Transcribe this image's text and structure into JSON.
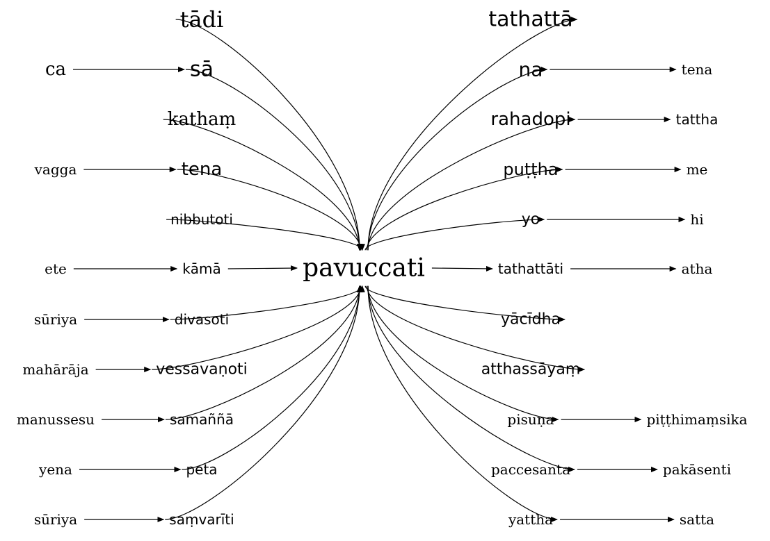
{
  "diagram": {
    "center": {
      "id": "pavuccati",
      "label": "pavuccati"
    },
    "nodes": [
      {
        "id": "tadi",
        "label": "tādi"
      },
      {
        "id": "ca",
        "label": "ca"
      },
      {
        "id": "sa",
        "label": "sā"
      },
      {
        "id": "katham",
        "label": "kathaṃ"
      },
      {
        "id": "vagga",
        "label": "vagga"
      },
      {
        "id": "tena_l",
        "label": "tena"
      },
      {
        "id": "nibbutoti",
        "label": "nibbutoti"
      },
      {
        "id": "ete",
        "label": "ete"
      },
      {
        "id": "kama",
        "label": "kāmā"
      },
      {
        "id": "suriya1",
        "label": "sūriya"
      },
      {
        "id": "divasoti",
        "label": "divasoti"
      },
      {
        "id": "maharaja",
        "label": "mahārāja"
      },
      {
        "id": "vessavanoti",
        "label": "vessavaṇoti"
      },
      {
        "id": "manussesu",
        "label": "manussesu"
      },
      {
        "id": "samanna",
        "label": "samaññā"
      },
      {
        "id": "yena",
        "label": "yena"
      },
      {
        "id": "peta",
        "label": "peta"
      },
      {
        "id": "suriya2",
        "label": "sūriya"
      },
      {
        "id": "samvariti",
        "label": "saṃvarīti"
      },
      {
        "id": "tathatta",
        "label": "tathattā"
      },
      {
        "id": "na",
        "label": "na"
      },
      {
        "id": "tena_r",
        "label": "tena"
      },
      {
        "id": "rahadopi",
        "label": "rahadopi"
      },
      {
        "id": "tattha",
        "label": "tattha"
      },
      {
        "id": "puttha",
        "label": "puṭṭha"
      },
      {
        "id": "me",
        "label": "me"
      },
      {
        "id": "yo",
        "label": "yo"
      },
      {
        "id": "hi",
        "label": "hi"
      },
      {
        "id": "tathattati",
        "label": "tathattāti"
      },
      {
        "id": "atha",
        "label": "atha"
      },
      {
        "id": "yacidha",
        "label": "yācīdha"
      },
      {
        "id": "atthassayam",
        "label": "atthassāyaṃ"
      },
      {
        "id": "pisuna",
        "label": "pisuṇa"
      },
      {
        "id": "pitthimamsika",
        "label": "piṭṭhimaṃsika"
      },
      {
        "id": "paccesanta",
        "label": "paccesanta"
      },
      {
        "id": "pakasenti",
        "label": "pakāsenti"
      },
      {
        "id": "yattha",
        "label": "yattha"
      },
      {
        "id": "satta",
        "label": "satta"
      }
    ],
    "edges": [
      {
        "from": "tadi",
        "to": "pavuccati"
      },
      {
        "from": "ca",
        "to": "sa"
      },
      {
        "from": "sa",
        "to": "pavuccati"
      },
      {
        "from": "katham",
        "to": "pavuccati"
      },
      {
        "from": "vagga",
        "to": "tena_l"
      },
      {
        "from": "tena_l",
        "to": "pavuccati"
      },
      {
        "from": "nibbutoti",
        "to": "pavuccati"
      },
      {
        "from": "ete",
        "to": "kama"
      },
      {
        "from": "kama",
        "to": "pavuccati"
      },
      {
        "from": "suriya1",
        "to": "divasoti"
      },
      {
        "from": "divasoti",
        "to": "pavuccati"
      },
      {
        "from": "maharaja",
        "to": "vessavanoti"
      },
      {
        "from": "vessavanoti",
        "to": "pavuccati"
      },
      {
        "from": "manussesu",
        "to": "samanna"
      },
      {
        "from": "samanna",
        "to": "pavuccati"
      },
      {
        "from": "yena",
        "to": "peta"
      },
      {
        "from": "peta",
        "to": "pavuccati"
      },
      {
        "from": "suriya2",
        "to": "samvariti"
      },
      {
        "from": "samvariti",
        "to": "pavuccati"
      },
      {
        "from": "pavuccati",
        "to": "tathatta"
      },
      {
        "from": "pavuccati",
        "to": "na"
      },
      {
        "from": "na",
        "to": "tena_r"
      },
      {
        "from": "pavuccati",
        "to": "rahadopi"
      },
      {
        "from": "rahadopi",
        "to": "tattha"
      },
      {
        "from": "pavuccati",
        "to": "puttha"
      },
      {
        "from": "puttha",
        "to": "me"
      },
      {
        "from": "pavuccati",
        "to": "yo"
      },
      {
        "from": "yo",
        "to": "hi"
      },
      {
        "from": "pavuccati",
        "to": "tathattati"
      },
      {
        "from": "tathattati",
        "to": "atha"
      },
      {
        "from": "pavuccati",
        "to": "yacidha"
      },
      {
        "from": "pavuccati",
        "to": "atthassayam"
      },
      {
        "from": "pavuccati",
        "to": "pisuna"
      },
      {
        "from": "pisuna",
        "to": "pitthimamsika"
      },
      {
        "from": "pavuccati",
        "to": "paccesanta"
      },
      {
        "from": "paccesanta",
        "to": "pakasenti"
      },
      {
        "from": "pavuccati",
        "to": "yattha"
      },
      {
        "from": "yattha",
        "to": "satta"
      }
    ]
  }
}
